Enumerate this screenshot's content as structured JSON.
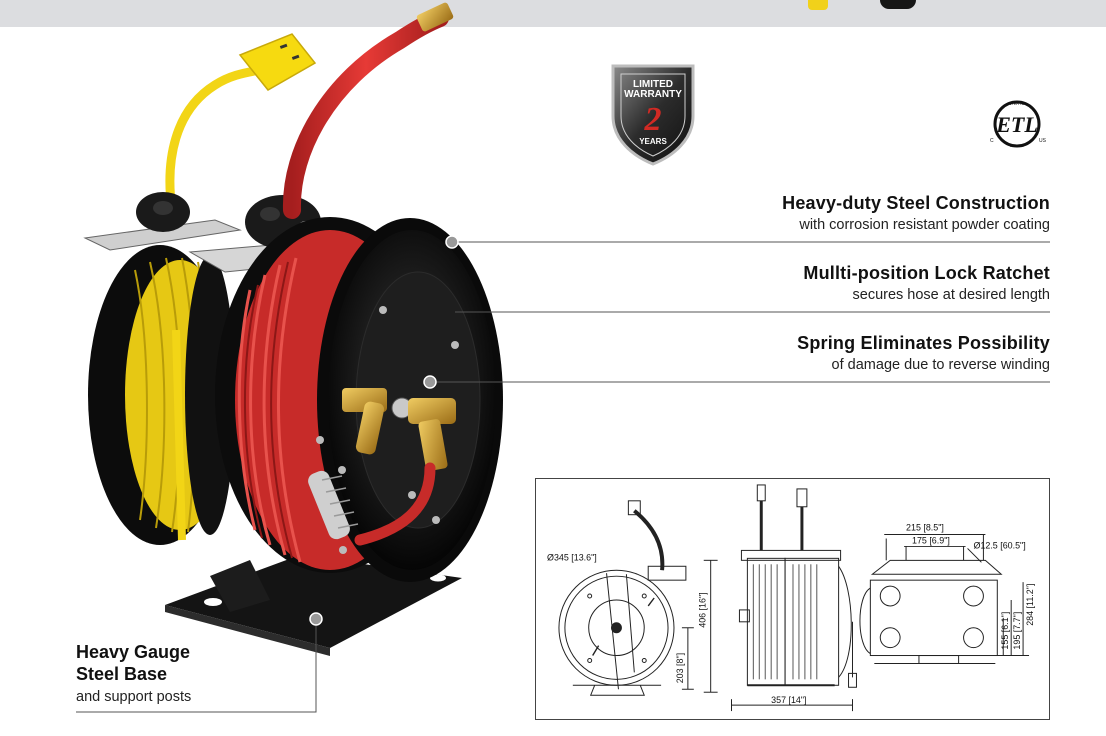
{
  "badge": {
    "line1": "LIMITED",
    "line2": "WARRANTY",
    "number": "2",
    "line3": "YEARS"
  },
  "certification": {
    "mark": "ETL",
    "top_text": "INTERTEK",
    "bottom_text": "LISTED",
    "left_text": "C",
    "right_text": "US"
  },
  "features": [
    {
      "title": "Heavy-duty Steel Construction",
      "subtitle": "with corrosion resistant powder coating"
    },
    {
      "title": "Mullti-position Lock Ratchet",
      "subtitle": "secures hose at desired length"
    },
    {
      "title": "Spring Eliminates Possibility",
      "subtitle": "of damage due to reverse winding"
    }
  ],
  "base_callout": {
    "title_line1": "Heavy Gauge",
    "title_line2": "Steel Base",
    "subtitle": "and support posts"
  },
  "dimensions": {
    "diameter": "Ø345 [13.6\"]",
    "height_total": "406 [16\"]",
    "height_axle": "203 [8\"]",
    "width": "357 [14\"]",
    "base_outer": "215 [8.5\"]",
    "base_inner": "175 [6.9\"]",
    "hole": "Ø12.5 [60.5\"]",
    "h155": "155 [6.1\"]",
    "h195": "195 [7.7\"]",
    "h284": "284 [11.2\"]"
  },
  "colors": {
    "hose_red": "#d8322f",
    "hose_yellow": "#f2d516",
    "reel_black": "#121212",
    "brass": "#c99a2e",
    "strip_gray": "#dcdde0"
  }
}
